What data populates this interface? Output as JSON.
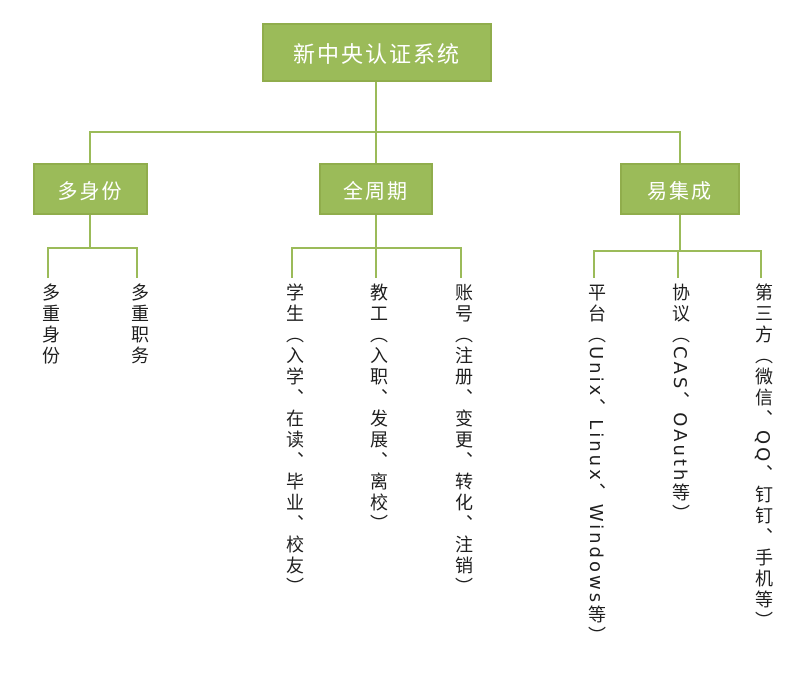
{
  "colors": {
    "accent": "#9bbb59",
    "accent_border": "#90ad4c",
    "leaf_text": "#1f1f1f",
    "node_text": "#ffffff",
    "background": "#ffffff"
  },
  "tree": {
    "root": {
      "label": "新中央认证系统"
    },
    "branches": [
      {
        "label": "多身份",
        "children": [
          "多重身份",
          "多重职务"
        ]
      },
      {
        "label": "全周期",
        "children": [
          "学生（入学、在读、毕业、校友）",
          "教工（入职、发展、离校）",
          "账号（注册、变更、转化、注销）"
        ]
      },
      {
        "label": "易集成",
        "children": [
          "平台（Unix、Linux、Windows等）",
          "协议（CAS、OAuth等）",
          "第三方（微信、QQ、钉钉、手机等）"
        ]
      }
    ]
  }
}
